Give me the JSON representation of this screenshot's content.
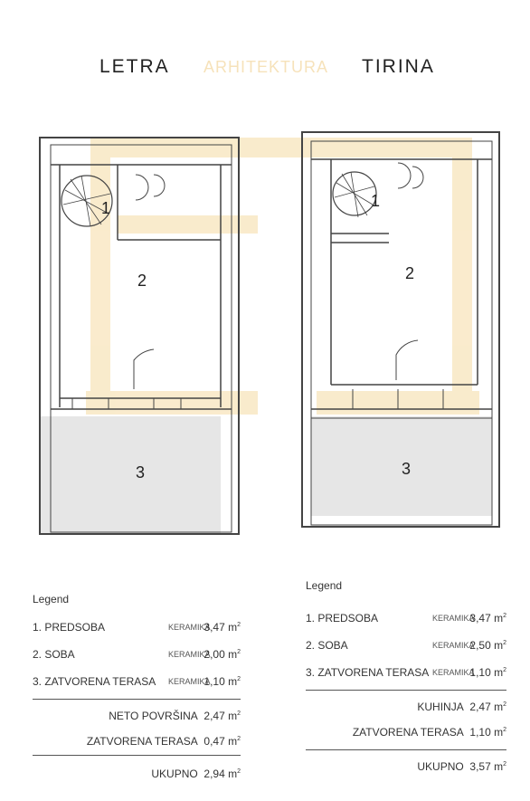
{
  "headings": {
    "left": "LETRA",
    "right": "TIRINA",
    "watermark": "ARHITEKTURA"
  },
  "rooms": {
    "r1": "1",
    "r2": "2",
    "r3": "3"
  },
  "legend_left": {
    "title": "Legend",
    "rows": [
      {
        "label": "1. PREDSOBA",
        "sub": "KERAMIKA",
        "value": "3,47 m"
      },
      {
        "label": "2. SOBA",
        "sub": "KERAMIKA",
        "value": "2,00 m"
      },
      {
        "label": "3. ZATVORENA TERASA",
        "sub": "KERAMIKA",
        "value": "1,10 m"
      }
    ],
    "summary": [
      {
        "label": "NETO POVRŠINA",
        "value": "2,47 m"
      },
      {
        "label": "ZATVORENA TERASA",
        "value": "0,47 m"
      },
      {
        "label": "UKUPNO",
        "value": "2,94 m"
      }
    ]
  },
  "legend_right": {
    "title": "Legend",
    "rows": [
      {
        "label": "1. PREDSOBA",
        "sub": "KERAMIKA",
        "value": "3,47 m"
      },
      {
        "label": "2. SOBA",
        "sub": "KERAMIKA",
        "value": "2,50 m"
      },
      {
        "label": "3. ZATVORENA TERASA",
        "sub": "KERAMIKA",
        "value": "1,10 m"
      }
    ],
    "summary": [
      {
        "label": "KUHINJA",
        "value": "2,47 m"
      },
      {
        "label": "ZATVORENA TERASA",
        "value": "1,10 m"
      },
      {
        "label": "UKUPNO",
        "value": "3,57 m"
      }
    ]
  },
  "colors": {
    "watermark": "#f6dfb3",
    "terrace": "#e6e6e6",
    "line": "#444444"
  }
}
